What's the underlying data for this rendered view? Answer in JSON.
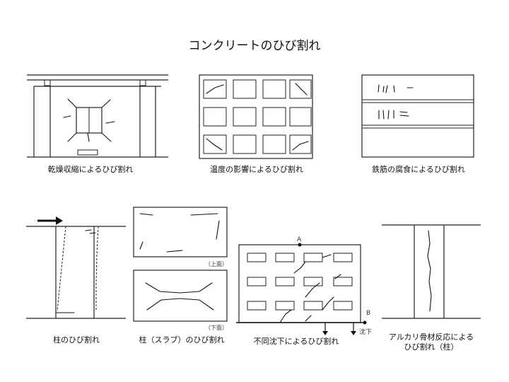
{
  "title": "コンクリートのひび割れ",
  "captions": {
    "drying": "乾燥収縮によるひび割れ",
    "temperature": "温度の影響によるひび割れ",
    "corrosion": "鉄筋の腐食によるひび割れ",
    "column": "柱のひび割れ",
    "slab": "柱（スラブ）のひび割れ",
    "settlement": "不同沈下によるひび割れ",
    "asr_line1": "アルカリ骨材反応による",
    "asr_line2": "ひび割れ（柱）"
  },
  "slab_notes": {
    "top": "（上面）",
    "bottom": "（下面）"
  },
  "settlement_labels": {
    "point_a": "A",
    "point_b": "B",
    "sink": "沈下"
  }
}
